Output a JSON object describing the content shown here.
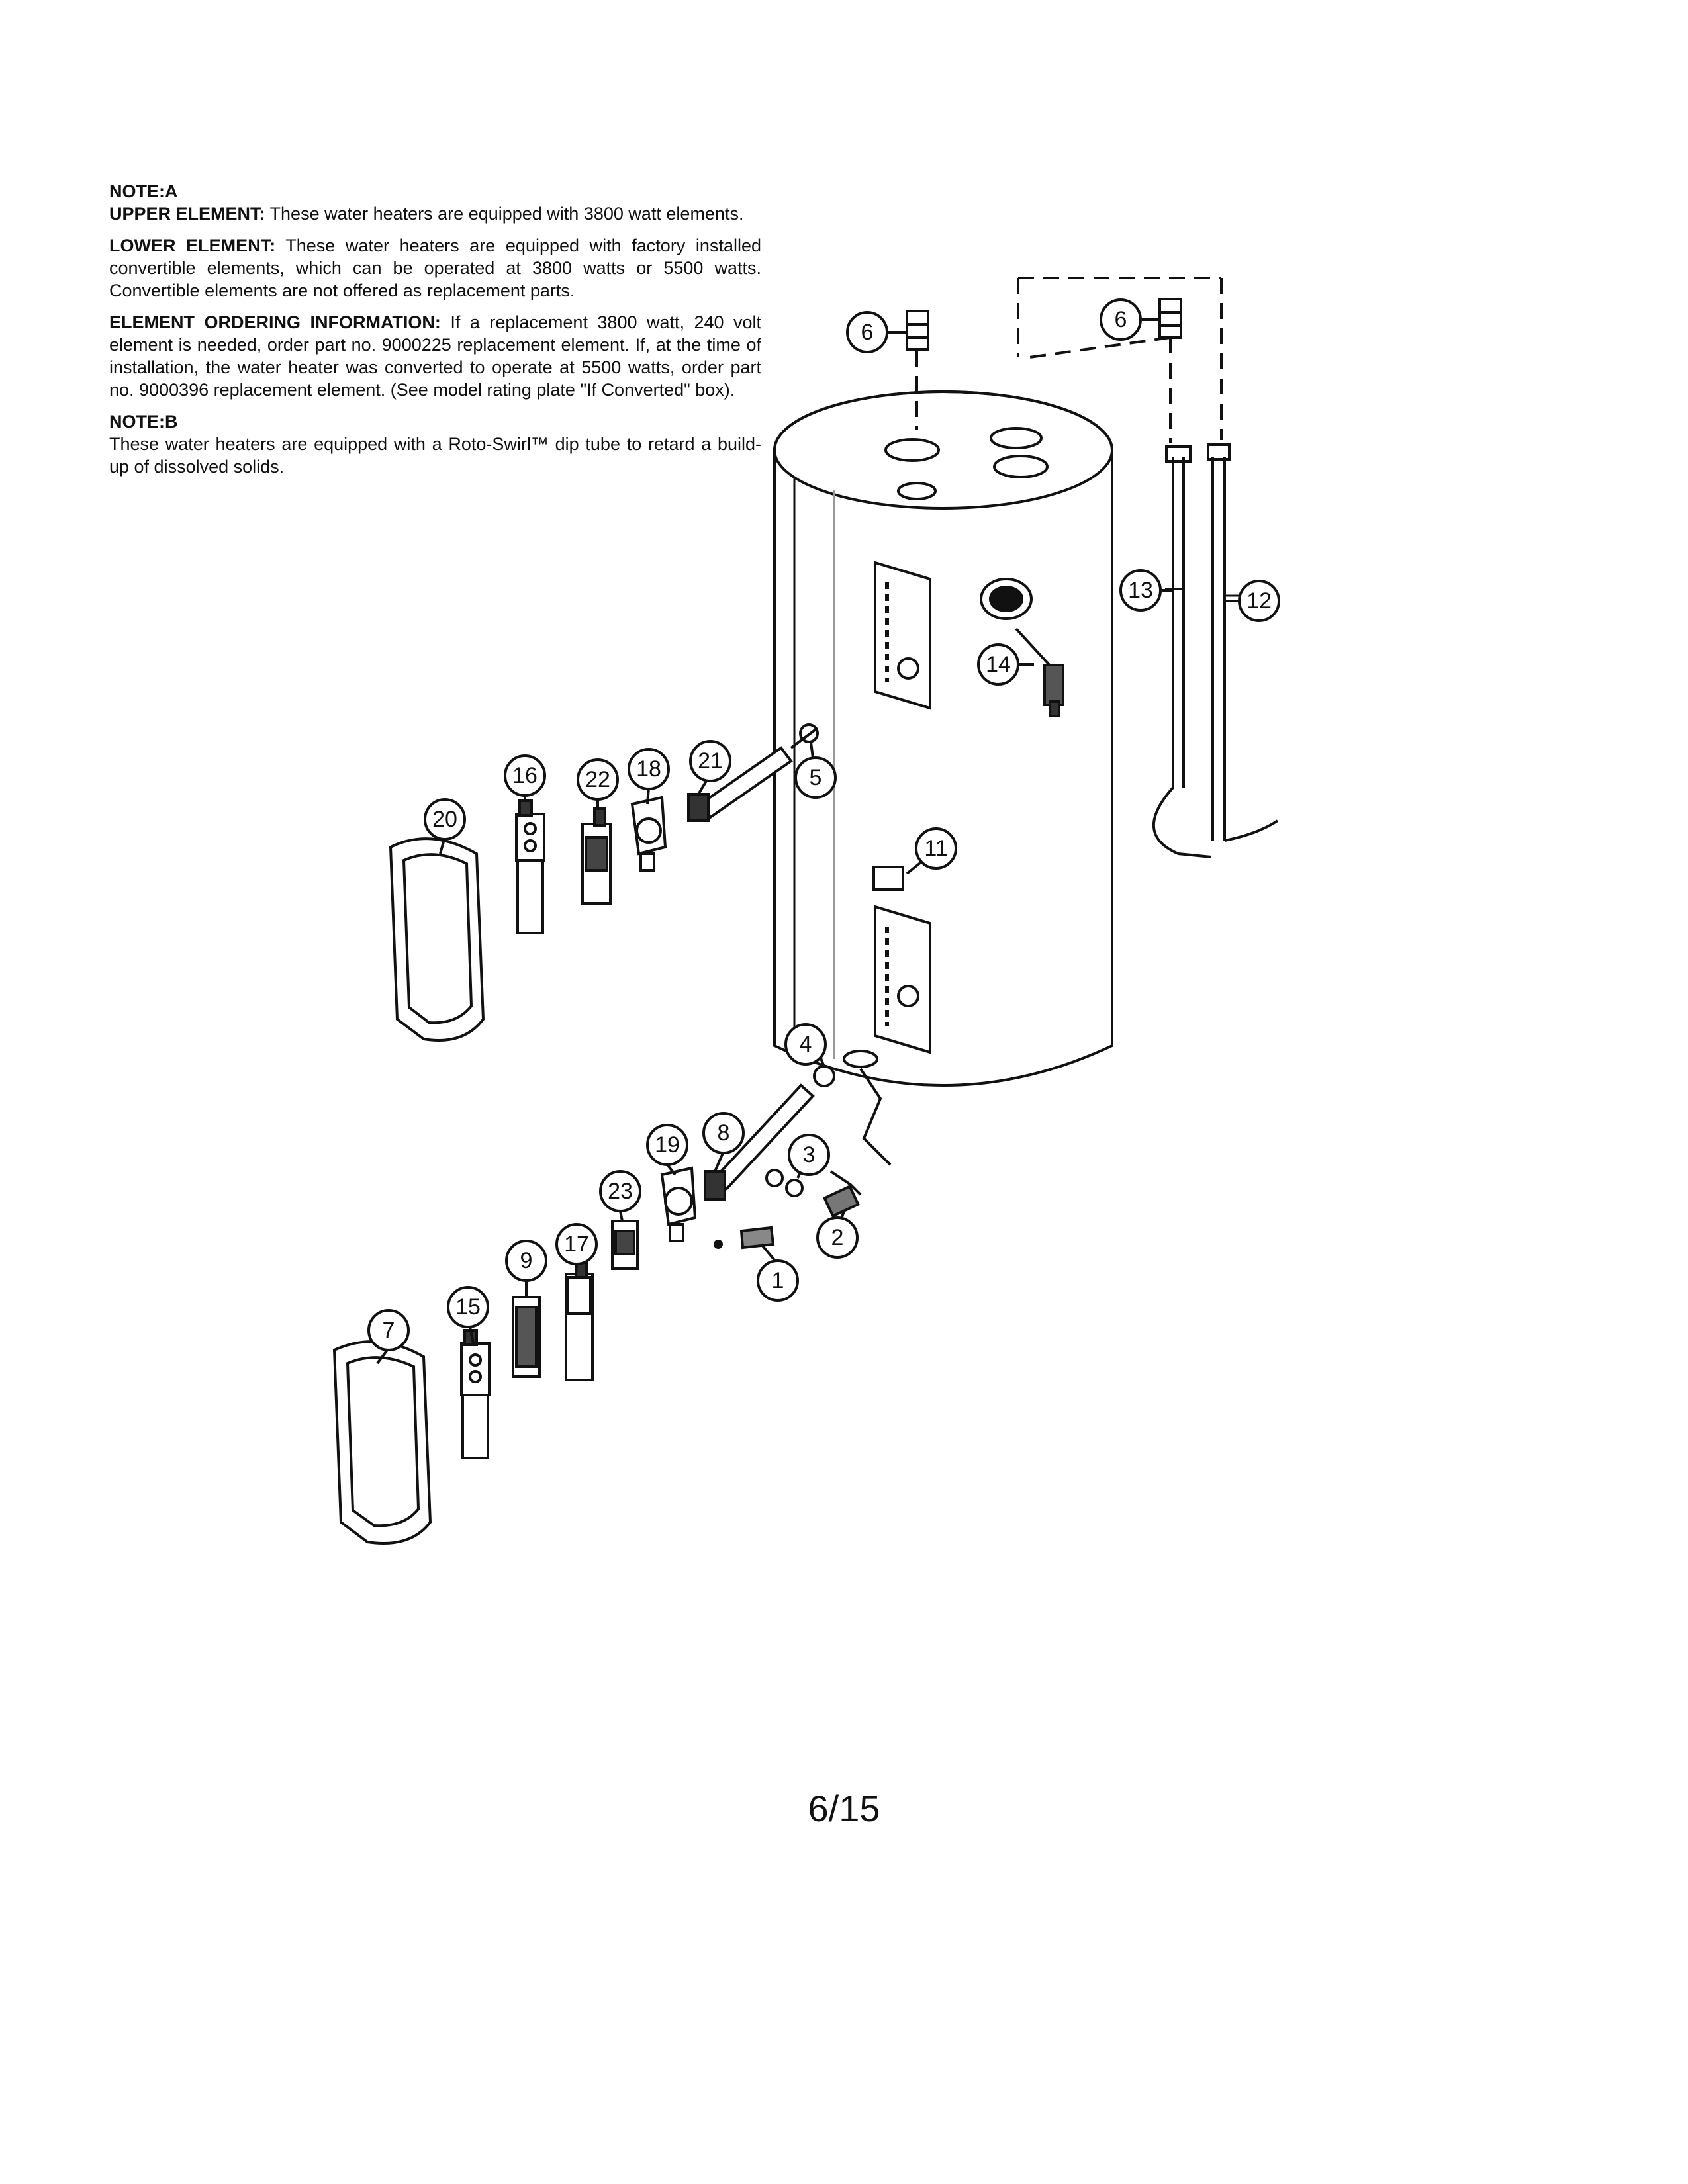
{
  "notes": {
    "note_a_heading": "NOTE:A",
    "upper_label": "UPPER ELEMENT:",
    "upper_text": " These water heaters are equipped with 3800 watt elements.",
    "lower_label": "LOWER ELEMENT:",
    "lower_text": " These water heaters are equipped with factory installed convertible elements, which can be operated at 3800 watts or 5500 watts. Convertible elements are not offered as replacement parts.",
    "ordering_label": "ELEMENT ORDERING INFORMATION:",
    "ordering_text": " If a replacement 3800 watt, 240 volt element is needed, order part no. 9000225 replacement element. If, at the time of installation, the water heater was converted to operate at 5500 watts, order part no. 9000396 replacement element. (See model rating plate \"If Converted\" box).",
    "note_b_heading": "NOTE:B",
    "note_b_text": "These water heaters are equipped with a Roto-Swirl™ dip tube to retard a build-up of dissolved solids."
  },
  "callouts": {
    "c1": "1",
    "c2": "2",
    "c3": "3",
    "c4": "4",
    "c5": "5",
    "c6a": "6",
    "c6b": "6",
    "c7": "7",
    "c8": "8",
    "c9": "9",
    "c11": "11",
    "c12": "12",
    "c13": "13",
    "c14": "14",
    "c15": "15",
    "c16": "16",
    "c17": "17",
    "c18": "18",
    "c19": "19",
    "c20": "20",
    "c21": "21",
    "c22": "22",
    "c23": "23"
  },
  "page_number": "6/15"
}
